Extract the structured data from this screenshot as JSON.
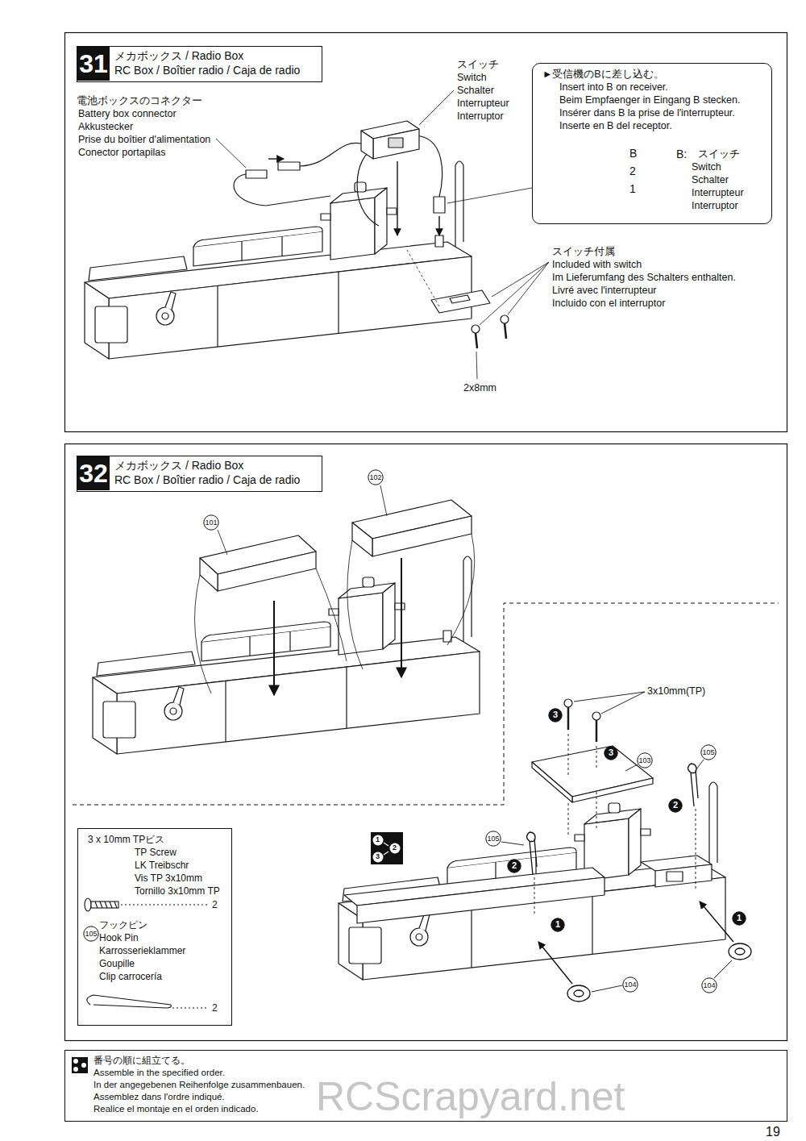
{
  "diagram": {
    "nodes": [
      {
        "text": [
          "31",
          "メカボックス / Radio Box",
          "RC Box / Boîtier radio / Caja de radio"
        ]
      },
      {
        "text": [
          "►受信機のBに差し込む。",
          "Insert into B on receiver.",
          "Beim Empfaenger in Eingang B stecken.",
          "Insérer dans B la prise de l'interrupteur.",
          "Inserte en B del receptor.",
          "B",
          "2",
          "1",
          "B:",
          "スイッチ",
          "Switch",
          "Schalter",
          "Interrupteur",
          "Interruptor"
        ]
      },
      {
        "text": [
          "32",
          "メカボックス / Radio Box",
          "RC Box / Boîtier radio / Caja de radio"
        ]
      },
      {
        "text": [
          "101"
        ]
      },
      {
        "text": [
          "102"
        ]
      },
      {
        "text": [
          "3"
        ]
      },
      {
        "text": [
          "3"
        ]
      },
      {
        "text": [
          "103"
        ]
      },
      {
        "text": [
          "105"
        ]
      },
      {
        "text": [
          "2"
        ]
      },
      {
        "text": [
          "3 x 10mm TPビス",
          "TP Screw",
          "LK Treibschr",
          "Vis TP 3x10mm",
          "Tornillo 3x10mm TP",
          "2",
          "フックピン",
          "Hook Pin",
          "Karrosserieklammer",
          "Goupille",
          "Clip carrocería",
          "2"
        ]
      },
      {
        "text": [
          "105"
        ],
        "in": 10
      },
      {
        "text": [
          "105"
        ]
      },
      {
        "text": [
          "2"
        ]
      },
      {
        "text": [
          "1"
        ]
      },
      {
        "text": [
          "1"
        ]
      },
      {
        "text": [
          "104"
        ]
      },
      {
        "text": [
          "104"
        ]
      },
      {
        "text": [
          "番号の順に組立てる。",
          "Assemble in the specified order.",
          "In der angegebenen Reihenfolge zusammenbauen.",
          "Assemblez dans l'ordre indiqué.",
          "Realice el montaje en el orden indicado."
        ]
      }
    ],
    "labels": [
      "スイッチ",
      "Switch",
      "Schalter",
      "Interrupteur",
      "Interruptor",
      "電池ボックスのコネクター",
      "Battery box connector",
      "Akkustecker",
      "Prise du boîtier d'alimentation",
      "Conector portapilas",
      "スイッチ付属",
      "Included with switch",
      "Im Lieferumfang des Schalters enthalten.",
      "Livré avec l'interrupteur",
      "Incluido con el interruptor",
      "2x8mm",
      "3x10mm(TP)",
      "1",
      "2",
      "3",
      "RCScrapyard.net",
      "19"
    ]
  }
}
